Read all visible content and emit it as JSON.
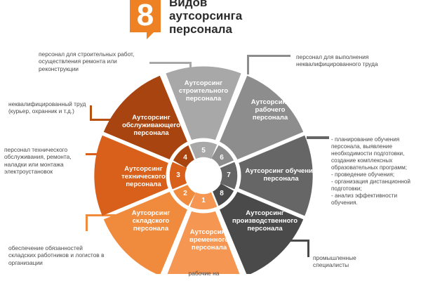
{
  "header": {
    "number": "8",
    "title_lines": [
      "Видов",
      "аутсорсинга",
      "персонала"
    ]
  },
  "colors": {
    "orange_brand": "#ee8123",
    "rust_dark": "#a8440f",
    "rust": "#b8500f",
    "orange": "#d8601a",
    "orange_mid": "#f08a3c",
    "orange_light": "#f59653",
    "gray_light": "#a8a8a8",
    "gray_mid": "#8d8d8d",
    "gray_dark": "#666666",
    "gray_darker": "#4a4a4a",
    "gray_darkest": "#3d3d3d",
    "text": "#4a4a4a"
  },
  "chart_data": {
    "type": "pie",
    "title": "8 Видов аутсорсинга персонала",
    "center_numbers": [
      "1",
      "2",
      "3",
      "4",
      "5",
      "6",
      "7",
      "8"
    ],
    "categories": [
      "Аутсорсинг временного персонала",
      "Аутсорсинг складского персонала",
      "Аутсорсинг технического персонала",
      "Аутсорсинг обслуживающего персонала",
      "Аутсорсинг строительного персонала",
      "Аутсорсинг рабочего персонала",
      "Аутсорсинг обучения персонала",
      "Аутсорсинг производственного персонала"
    ],
    "values": [
      12.5,
      12.5,
      12.5,
      12.5,
      12.5,
      12.5,
      12.5,
      12.5
    ],
    "legend_position": "around"
  },
  "segments": [
    {
      "num": "1",
      "label_lines": [
        "Аутсорсинг",
        "временного",
        "персонала"
      ],
      "color": "#f59653"
    },
    {
      "num": "2",
      "label_lines": [
        "Аутсорсинг",
        "складского",
        "персонала"
      ],
      "color": "#f08a3c"
    },
    {
      "num": "3",
      "label_lines": [
        "Аутсорсинг",
        "технического",
        "персонала"
      ],
      "color": "#d8601a"
    },
    {
      "num": "4",
      "label_lines": [
        "Аутсорсинг",
        "обслуживающего",
        "персонала"
      ],
      "color": "#a8440f"
    },
    {
      "num": "5",
      "label_lines": [
        "Аутсорсинг",
        "строительного",
        "персонала"
      ],
      "color": "#a8a8a8"
    },
    {
      "num": "6",
      "label_lines": [
        "Аутсорсинг",
        "рабочего",
        "персонала"
      ],
      "color": "#8d8d8d"
    },
    {
      "num": "7",
      "label_lines": [
        "Аутсорсинг обучения",
        "персонала"
      ],
      "color": "#666666"
    },
    {
      "num": "8",
      "label_lines": [
        "Аутсорсинг",
        "производственного",
        "персонала"
      ],
      "color": "#4a4a4a"
    }
  ],
  "callouts": {
    "construction": "персонал для строительных работ, осуществления ремонта или реконструкции",
    "unskilled_left": "неквалифицированный труд (курьер, охранник и т.д.)",
    "technical": "персонал технического обслуживания, ремонта, наладки или монтажа электроустановок",
    "warehouse": "обеспечение обязанностей складских работников и логистов в организации",
    "temporary": "рабочие на",
    "unskilled_right": "персонал для выполнения неквалифицированного труда",
    "training": "- планирование обучения персонала, выявление необходимости подготовки, создание комплексных образовательных программ;\n- проведение обучения;\n- организация дистанционной подготовки;\n- анализ эффективности обучения.",
    "industrial": "промышленные специалисты"
  }
}
